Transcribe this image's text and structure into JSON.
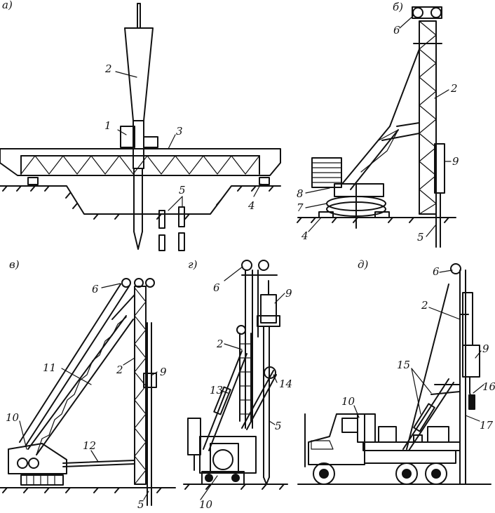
{
  "panels": {
    "a": "а)",
    "b": "б)",
    "v": "в)",
    "g": "г)",
    "d": "д)"
  },
  "labels": {
    "a": {
      "n1": "1",
      "n2": "2",
      "n3": "3",
      "n4": "4",
      "n5": "5"
    },
    "b": {
      "n6": "6",
      "n2": "2",
      "n9": "9",
      "n8": "8",
      "n7": "7",
      "n4": "4",
      "n5": "5"
    },
    "v": {
      "n6": "6",
      "n11": "11",
      "n2": "2",
      "n9": "9",
      "n10": "10",
      "n12": "12",
      "n5": "5"
    },
    "g": {
      "n6": "6",
      "n9": "9",
      "n2": "2",
      "n14": "14",
      "n13": "13",
      "n5": "5",
      "n10": "10"
    },
    "d": {
      "n6": "6",
      "n2": "2",
      "n9": "9",
      "n15": "15",
      "n16": "16",
      "n10": "10",
      "n17": "17"
    }
  }
}
